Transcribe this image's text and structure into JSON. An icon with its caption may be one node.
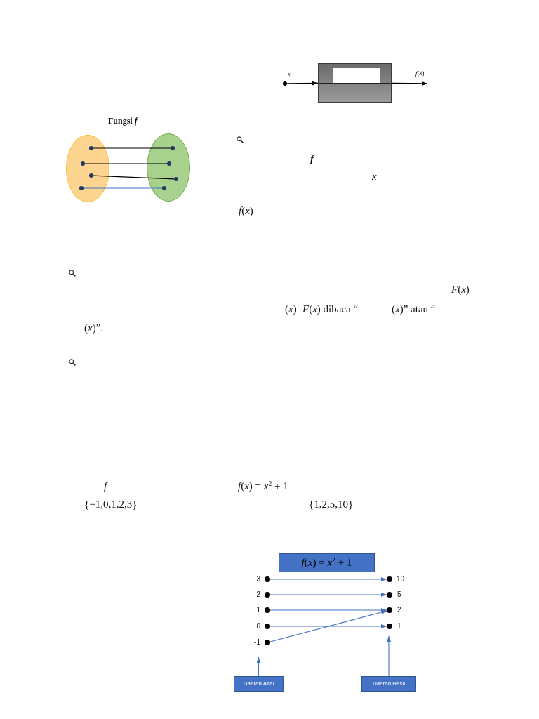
{
  "diagram": {
    "nodes": [
      {
        "text": [],
        "shape": "circle",
        "beside": [
          "x"
        ]
      },
      {
        "text": [],
        "shape": "box"
      },
      {
        "text": [],
        "shape": "box",
        "in": 1
      },
      {
        "text": [],
        "shape": "ellipse"
      },
      {
        "text": [],
        "shape": "circle",
        "in": 3
      },
      {
        "text": [],
        "shape": "circle",
        "in": 3
      },
      {
        "text": [],
        "shape": "circle",
        "in": 3
      },
      {
        "text": [],
        "shape": "circle",
        "in": 3
      },
      {
        "text": [],
        "shape": "ellipse"
      },
      {
        "text": [],
        "shape": "circle",
        "in": 8
      },
      {
        "text": [],
        "shape": "circle",
        "in": 8
      },
      {
        "text": [],
        "shape": "circle",
        "in": 8
      },
      {
        "text": [],
        "shape": "circle",
        "in": 8
      },
      {
        "text": [
          "*f*(*x*) = *x*$^{2}$ + 1"
        ]
      },
      {
        "text": [],
        "shape": "circle",
        "beside": [
          "3"
        ]
      },
      {
        "text": [],
        "shape": "circle",
        "beside": [
          "2"
        ]
      },
      {
        "text": [],
        "shape": "circle",
        "beside": [
          "1"
        ]
      },
      {
        "text": [],
        "shape": "circle",
        "beside": [
          "0"
        ]
      },
      {
        "text": [],
        "shape": "circle",
        "beside": [
          "-1"
        ]
      },
      {
        "text": [],
        "shape": "circle",
        "beside": [
          "10"
        ]
      },
      {
        "text": [],
        "shape": "circle",
        "beside": [
          "5"
        ]
      },
      {
        "text": [],
        "shape": "circle",
        "beside": [
          "2"
        ]
      },
      {
        "text": [],
        "shape": "circle",
        "beside": [
          "1"
        ]
      },
      {
        "text": [
          "Daerah Asal"
        ]
      },
      {
        "text": [
          "Daerah Hasil"
        ]
      }
    ],
    "edges": [
      {
        "from": 0,
        "to": 1,
        "arrow": "to",
        "color": "#000000"
      },
      {
        "from": 1,
        "to": null,
        "arrow": "to",
        "label": "*f*(*x*)",
        "color": "#000000"
      },
      {
        "from": 4,
        "to": 9,
        "arrow": "none",
        "color": "#000000"
      },
      {
        "from": 5,
        "to": 10,
        "arrow": "none",
        "color": "#000000"
      },
      {
        "from": 6,
        "to": 11,
        "arrow": "none",
        "color": "#000000"
      },
      {
        "from": 7,
        "to": 12,
        "arrow": "none"
      },
      {
        "from": 14,
        "to": 19,
        "arrow": "to"
      },
      {
        "from": 15,
        "to": 20,
        "arrow": "to"
      },
      {
        "from": 16,
        "to": 21,
        "arrow": "to"
      },
      {
        "from": 17,
        "to": 22,
        "arrow": "to"
      },
      {
        "from": 18,
        "to": 21,
        "arrow": "to"
      },
      {
        "from": 23,
        "to": 18,
        "arrow": "to"
      },
      {
        "from": 24,
        "to": 22,
        "arrow": "to"
      }
    ],
    "labels": [
      "Fungsi *f*",
      "f",
      "x",
      "*f*(*x*)",
      "*F*(*x*)",
      "(*x*)",
      "*F*(*x*) dibaca “",
      "(*x*)” atau “",
      "(*x*)”.",
      "f",
      "*f*(*x*) = *x*$^{2}$ + 1",
      "{−1,0,1,2,3}",
      "{1,2,5,10}"
    ]
  }
}
